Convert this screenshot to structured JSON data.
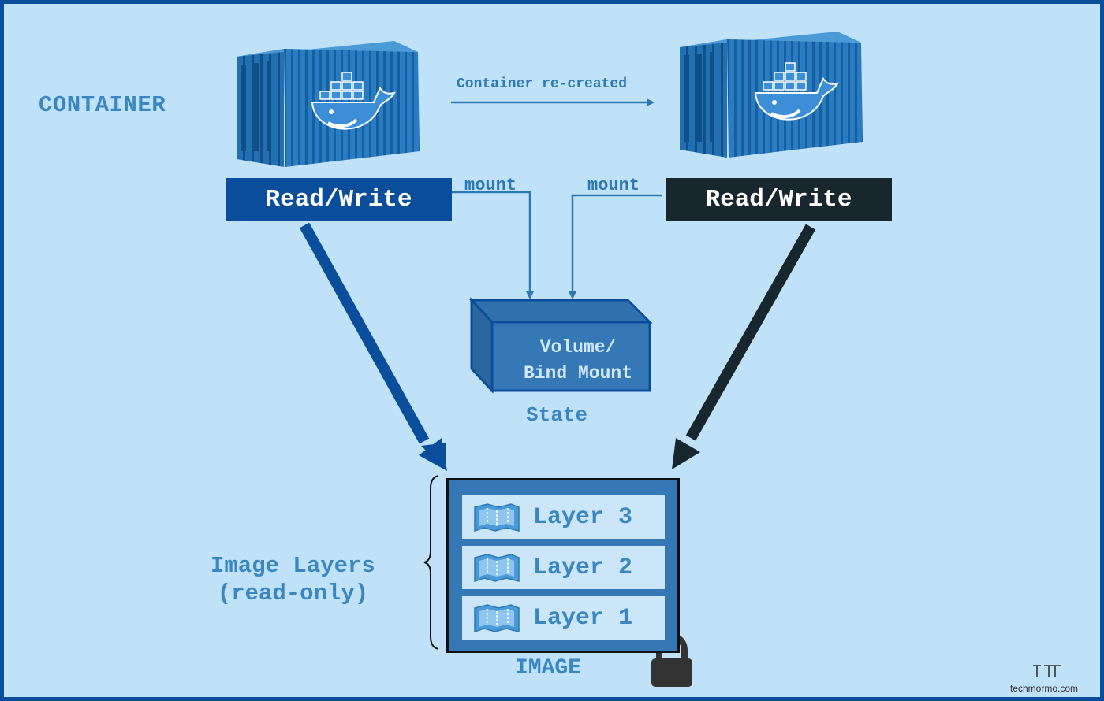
{
  "container_heading": "CONTAINER",
  "recreated_label": "Container re-created",
  "left_layer_label": "Read/Write",
  "right_layer_label": "Read/Write",
  "mount_left_label": "mount",
  "mount_right_label": "mount",
  "volume_label_line1": "Volume/",
  "volume_label_line2": "Bind Mount",
  "state_label": "State",
  "image_layers_line1": "Image Layers",
  "image_layers_line2": "(read-only)",
  "layers": [
    "Layer 3",
    "Layer 2",
    "Layer 1"
  ],
  "image_label": "IMAGE",
  "brand": "techmormo.com",
  "icons": [
    "docker-container-icon",
    "map-icon",
    "lock-icon",
    "brand-logo-icon"
  ],
  "colors": {
    "background": "#bfe2f8",
    "border": "#0a4d9b",
    "left_rw": "#0a4d9b",
    "right_rw": "#18262e",
    "accent_text": "#3a86c0",
    "container_blue": "#1f6db1",
    "volume_box": "#3478b6"
  }
}
